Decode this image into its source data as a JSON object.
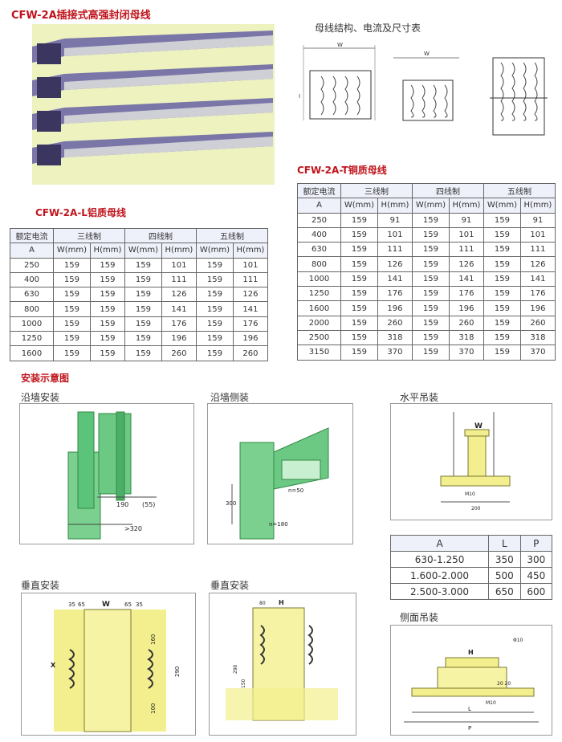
{
  "titles": {
    "main": "CFW-2A插接式高强封闭母线",
    "structure": "母线结构、电流及尺寸表",
    "copper": "CFW-2A-T铜质母线",
    "aluminum": "CFW-2A-L铝质母线",
    "install": "安装示意图"
  },
  "install_labels": {
    "wall": "沿墙安装",
    "wall_side": "沿墙侧装",
    "horizontal": "水平吊装",
    "vertical_1": "垂直安装",
    "vertical_2": "垂直安装",
    "side_hang": "侧面吊装"
  },
  "table_headers": {
    "rated_current": "额定电流",
    "unit_a": "A",
    "three": "三线制",
    "four": "四线制",
    "five": "五线制",
    "w_mm_t": "W(mm)",
    "h_mm_t": "H(mm)",
    "w_mm_l": "W(mm)",
    "h_mm_l": "H(mm)"
  },
  "copper_rows": [
    [
      "250",
      "159",
      "91",
      "159",
      "91",
      "159",
      "91"
    ],
    [
      "400",
      "159",
      "101",
      "159",
      "101",
      "159",
      "101"
    ],
    [
      "630",
      "159",
      "111",
      "159",
      "111",
      "159",
      "111"
    ],
    [
      "800",
      "159",
      "126",
      "159",
      "126",
      "159",
      "126"
    ],
    [
      "1000",
      "159",
      "141",
      "159",
      "141",
      "159",
      "141"
    ],
    [
      "1250",
      "159",
      "176",
      "159",
      "176",
      "159",
      "176"
    ],
    [
      "1600",
      "159",
      "196",
      "159",
      "196",
      "159",
      "196"
    ],
    [
      "2000",
      "159",
      "260",
      "159",
      "260",
      "159",
      "260"
    ],
    [
      "2500",
      "159",
      "318",
      "159",
      "318",
      "159",
      "318"
    ],
    [
      "3150",
      "159",
      "370",
      "159",
      "370",
      "159",
      "370"
    ]
  ],
  "aluminum_rows": [
    [
      "250",
      "159",
      "159",
      "159",
      "101",
      "159",
      "101"
    ],
    [
      "400",
      "159",
      "159",
      "159",
      "111",
      "159",
      "111"
    ],
    [
      "630",
      "159",
      "159",
      "159",
      "126",
      "159",
      "126"
    ],
    [
      "800",
      "159",
      "159",
      "159",
      "141",
      "159",
      "141"
    ],
    [
      "1000",
      "159",
      "159",
      "159",
      "176",
      "159",
      "176"
    ],
    [
      "1250",
      "159",
      "159",
      "159",
      "196",
      "159",
      "196"
    ],
    [
      "1600",
      "159",
      "159",
      "159",
      "260",
      "159",
      "260"
    ]
  ],
  "alp_table": {
    "headers": [
      "A",
      "L",
      "P"
    ],
    "rows": [
      [
        "630-1.250",
        "350",
        "300"
      ],
      [
        "1.600-2.000",
        "500",
        "450"
      ],
      [
        "2.500-3.000",
        "650",
        "600"
      ]
    ]
  },
  "dims": {
    "w": "W",
    "h": "H",
    "l": "L",
    "p": "P",
    "x": "X",
    "d190": "190",
    "d55": "(55)",
    "d320": ">320",
    "d35": "35",
    "d65": "65",
    "d160": "160",
    "d290": "290",
    "d100": "100",
    "d80": "80",
    "d150": "150",
    "d50": "n=50",
    "m10": "M10",
    "d20": "20 20",
    "d10": "Φ10",
    "d200": "200",
    "d300": "300",
    "d180": "n=180"
  },
  "colors": {
    "title_red": "#c0141c",
    "sketch_green": "#5cc47a",
    "sketch_yellow": "#f3ef8e",
    "header_bg": "#eef0fa"
  }
}
